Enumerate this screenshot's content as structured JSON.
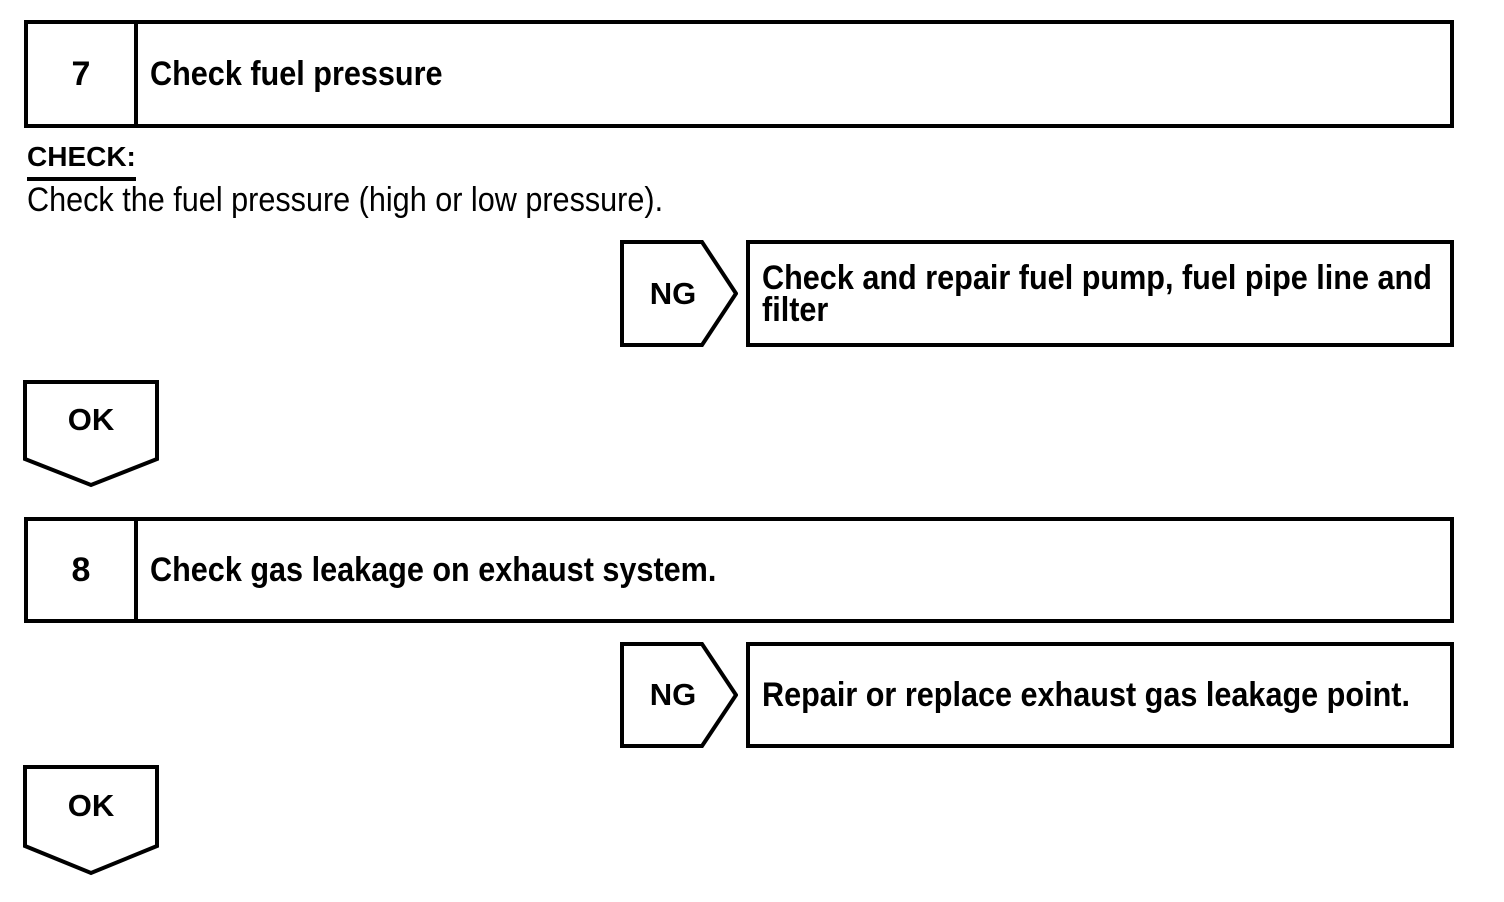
{
  "page": {
    "background_color": "#ffffff",
    "line_color": "#000000"
  },
  "steps": [
    {
      "number": "7",
      "title": "Check fuel pressure",
      "check_heading": "CHECK:",
      "check_text": "Check the fuel pressure (high or low pressure).",
      "ng": {
        "label": "NG",
        "action_lines": [
          "Check and repair fuel pump, fuel pipe line and",
          "filter"
        ]
      },
      "ok": {
        "label": "OK"
      }
    },
    {
      "number": "8",
      "title": "Check gas leakage on exhaust system.",
      "ng": {
        "label": "NG",
        "action_lines": [
          "Repair or replace exhaust gas leakage point."
        ]
      },
      "ok": {
        "label": "OK"
      }
    }
  ]
}
